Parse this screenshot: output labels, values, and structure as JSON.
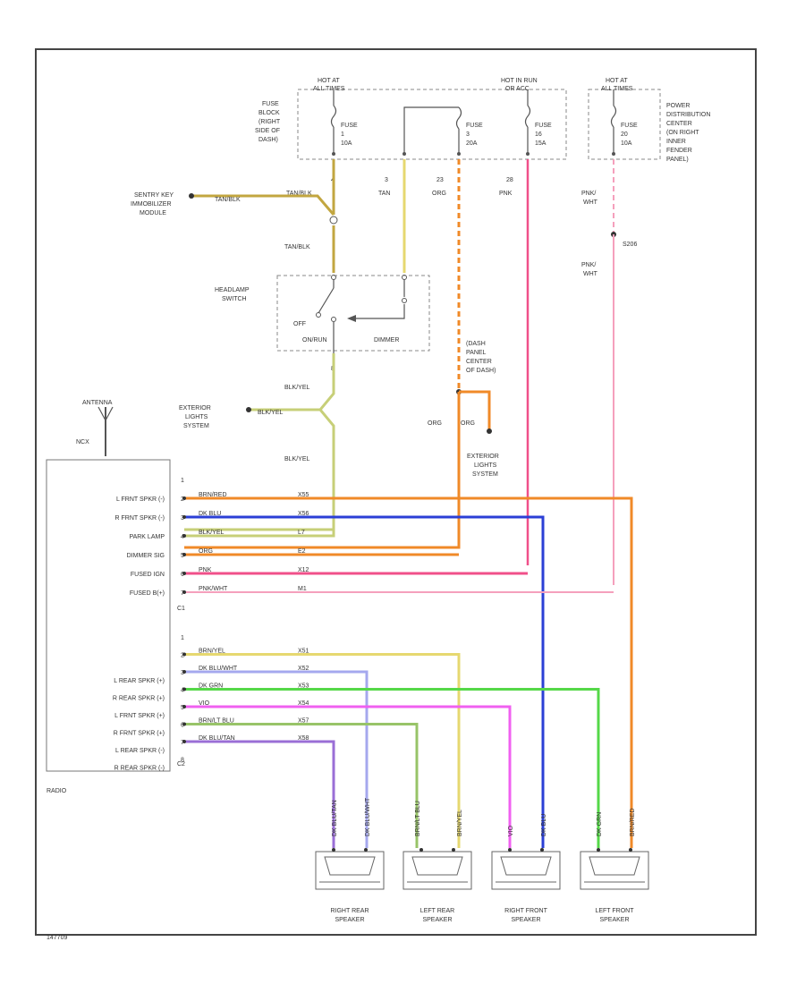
{
  "labels": {
    "hot_tl": "HOT AT",
    "hot_tl2": "ALL TIMES",
    "hot_run": "HOT IN RUN",
    "hot_run2": "OR ACC",
    "hot_tr": "HOT AT",
    "hot_tr2": "ALL TIMES",
    "fb1": "FUSE",
    "fb2": "BLOCK",
    "fb3": "(RIGHT",
    "fb4": "SIDE OF",
    "fb5": "DASH)",
    "f1a": "FUSE",
    "f1b": "1",
    "f1c": "10A",
    "f2a": "FUSE",
    "f2b": "3",
    "f2c": "20A",
    "f3a": "FUSE",
    "f3b": "16",
    "f3c": "15A",
    "f4a": "FUSE",
    "f4b": "20",
    "f4c": "10A",
    "pdc1": "POWER",
    "pdc2": "DISTRIBUTION",
    "pdc3": "CENTER",
    "pdc4": "(ON RIGHT",
    "pdc5": "INNER",
    "pdc6": "FENDER",
    "pdc7": "PANEL)",
    "pin4": "4",
    "pin3": "3",
    "pin23": "23",
    "pin28": "28",
    "w_tanblk1": "TAN/BLK",
    "w_tan": "TAN",
    "w_org": "ORG",
    "w_pnk": "PNK",
    "w_pnkwht1": "PNK/",
    "w_pnkwht2": "WHT",
    "w_pnkwht3": "PNK/",
    "w_pnkwht4": "WHT",
    "s206": "S206",
    "sentry1": "SENTRY KEY",
    "sentry2": "IMMOBILIZER",
    "sentry3": "MODULE",
    "w_tanblk_s": "TAN/BLK",
    "w_tanblk2": "TAN/BLK",
    "hl1": "HEADLAMP",
    "hl2": "SWITCH",
    "off": "OFF",
    "onrun": "ON/RUN",
    "dimmer": "DIMMER",
    "p8": "8",
    "w_blkyel1": "BLK/YEL",
    "ext1": "EXTERIOR",
    "ext2": "LIGHTS",
    "ext3": "SYSTEM",
    "w_blkyel_s": "BLK/YEL",
    "w_blkyel2": "BLK/YEL",
    "dash1": "(DASH",
    "dash2": "PANEL",
    "dash3": "CENTER",
    "dash4": "OF DASH)",
    "w_org2": "ORG",
    "w_org3": "ORG",
    "ext4": "EXTERIOR",
    "ext5": "LIGHTS",
    "ext6": "SYSTEM",
    "antenna": "ANTENNA",
    "ncx": "NCX",
    "radio": "RADIO",
    "c1": "C1",
    "c2": "C2",
    "code": "147709",
    "spk_rr1": "RIGHT REAR",
    "spk_rr2": "SPEAKER",
    "spk_lr1": "LEFT REAR",
    "spk_lr2": "SPEAKER",
    "spk_rf1": "RIGHT FRONT",
    "spk_rf2": "SPEAKER",
    "spk_lf1": "LEFT FRONT",
    "spk_lf2": "SPEAKER"
  },
  "c1_rows": [
    {
      "pin": "1",
      "name": "",
      "wire": "",
      "code": "",
      "color": ""
    },
    {
      "pin": "2",
      "name": "L FRNT SPKR (-)",
      "wire": "BRN/RED",
      "code": "X55",
      "color": "#f08a28"
    },
    {
      "pin": "3",
      "name": "R FRNT SPKR (-)",
      "wire": "DK BLU",
      "code": "X56",
      "color": "#2b3fd6"
    },
    {
      "pin": "4",
      "name": "PARK LAMP",
      "wire": "BLK/YEL",
      "code": "L7",
      "color": "#c7cf78"
    },
    {
      "pin": "5",
      "name": "DIMMER SIG",
      "wire": "ORG",
      "code": "E2",
      "color": "#f08a28"
    },
    {
      "pin": "6",
      "name": "FUSED IGN",
      "wire": "PNK",
      "code": "X12",
      "color": "#f0508a"
    },
    {
      "pin": "7",
      "name": "FUSED B(+)",
      "wire": "PNK/WHT",
      "code": "M1",
      "color": "#f5a0bc"
    }
  ],
  "c2_rows": [
    {
      "pin": "1",
      "name": "",
      "wire": "",
      "code": "",
      "color": ""
    },
    {
      "pin": "2",
      "name": "",
      "wire": "BRN/YEL",
      "code": "X51",
      "color": "#e6d870"
    },
    {
      "pin": "3",
      "name": "L REAR SPKR (+)",
      "wire": "DK BLU/WHT",
      "code": "X52",
      "color": "#a5a8ee"
    },
    {
      "pin": "4",
      "name": "R REAR SPKR (+)",
      "wire": "DK GRN",
      "code": "X53",
      "color": "#55d848"
    },
    {
      "pin": "5",
      "name": "L FRNT SPKR (+)",
      "wire": "VIO",
      "code": "X54",
      "color": "#f060f0"
    },
    {
      "pin": "6",
      "name": "R FRNT SPKR (+)",
      "wire": "BRN/LT BLU",
      "code": "X57",
      "color": "#98c468"
    },
    {
      "pin": "7",
      "name": "L REAR SPKR (-)",
      "wire": "DK BLU/TAN",
      "code": "X58",
      "color": "#9a6ed6"
    },
    {
      "pin": "8",
      "name": "R REAR SPKR (-)",
      "wire": "",
      "code": "",
      "color": ""
    }
  ],
  "spk_wires": [
    {
      "label": "DK BLU/TAN",
      "color": "#9a6ed6"
    },
    {
      "label": "DK BLU/WHT",
      "color": "#a5a8ee"
    },
    {
      "label": "BRN/LT BLU",
      "color": "#98c468"
    },
    {
      "label": "BRN/YEL",
      "color": "#e6d870"
    },
    {
      "label": "VIO",
      "color": "#f060f0"
    },
    {
      "label": "DK BLU",
      "color": "#2b3fd6"
    },
    {
      "label": "DK GRN",
      "color": "#55d848"
    },
    {
      "label": "BRN/RED",
      "color": "#f08a28"
    }
  ],
  "colors": {
    "tanblk": "#c2a640",
    "tan": "#e6d870",
    "org": "#f08a28",
    "pnk": "#f0508a",
    "pnkwht": "#f5a0bc",
    "blkyel": "#c7cf78",
    "line": "#555555"
  }
}
